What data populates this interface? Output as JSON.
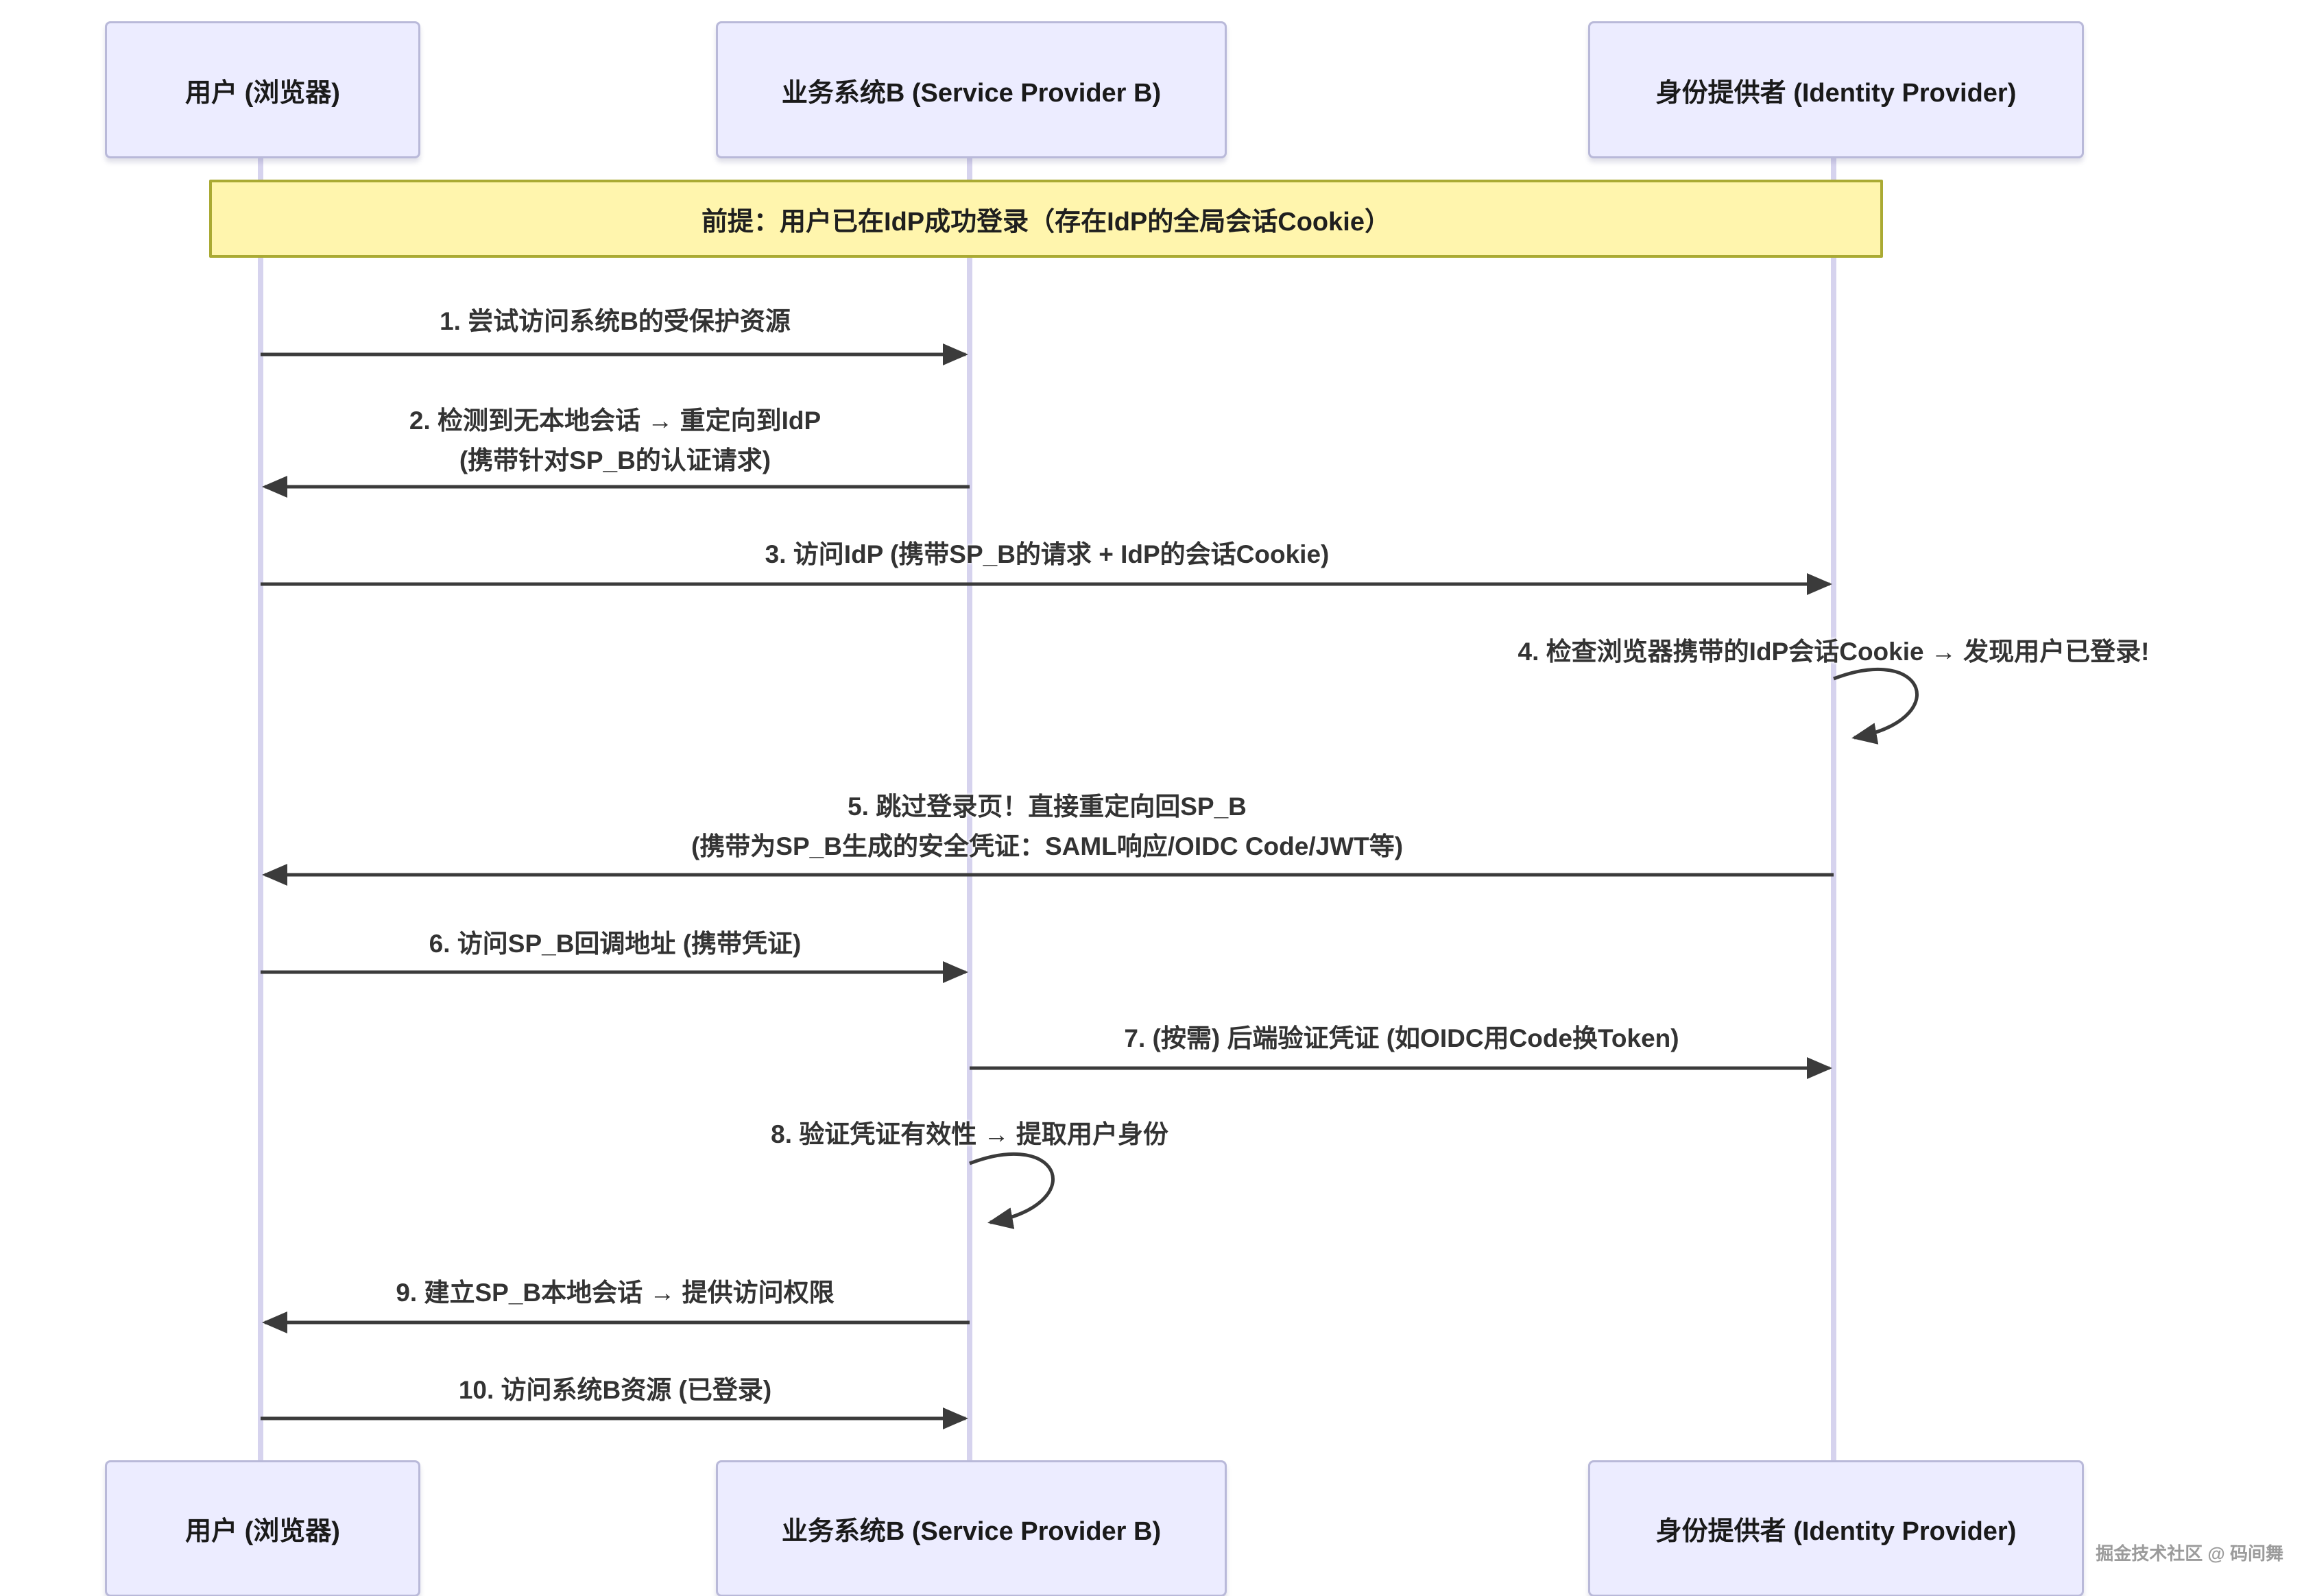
{
  "diagram": {
    "actors": {
      "user": {
        "label": "用户 (浏览器)"
      },
      "spb": {
        "label": "业务系统B (Service Provider B)"
      },
      "idp": {
        "label": "身份提供者 (Identity Provider)"
      }
    },
    "note": {
      "text": "前提：用户已在IdP成功登录（存在IdP的全局会话Cookie）"
    },
    "messages": [
      {
        "line1": "1. 尝试访问系统B的受保护资源"
      },
      {
        "line1": "2. 检测到无本地会话 → 重定向到IdP",
        "line2": "(携带针对SP_B的认证请求)"
      },
      {
        "line1": "3. 访问IdP (携带SP_B的请求 + IdP的会话Cookie)"
      },
      {
        "line1": "4. 检查浏览器携带的IdP会话Cookie → 发现用户已登录!"
      },
      {
        "line1": "5. 跳过登录页！直接重定向回SP_B",
        "line2": "(携带为SP_B生成的安全凭证：SAML响应/OIDC Code/JWT等)"
      },
      {
        "line1": "6. 访问SP_B回调地址 (携带凭证)"
      },
      {
        "line1": "7. (按需) 后端验证凭证 (如OIDC用Code换Token)"
      },
      {
        "line1": "8. 验证凭证有效性 → 提取用户身份"
      },
      {
        "line1": "9. 建立SP_B本地会话 → 提供访问权限"
      },
      {
        "line1": "10. 访问系统B资源 (已登录)"
      }
    ],
    "watermark": "掘金技术社区 @ 码间舞",
    "colors": {
      "actor_fill": "#ECECFF",
      "actor_border": "#B9B9D9",
      "note_fill": "#FFF5AD",
      "note_border": "#AAAA33",
      "lifeline": "#D6D3EE",
      "arrow": "#3B3B3B",
      "text": "#333333",
      "watermark": "#9B9B9B"
    }
  }
}
